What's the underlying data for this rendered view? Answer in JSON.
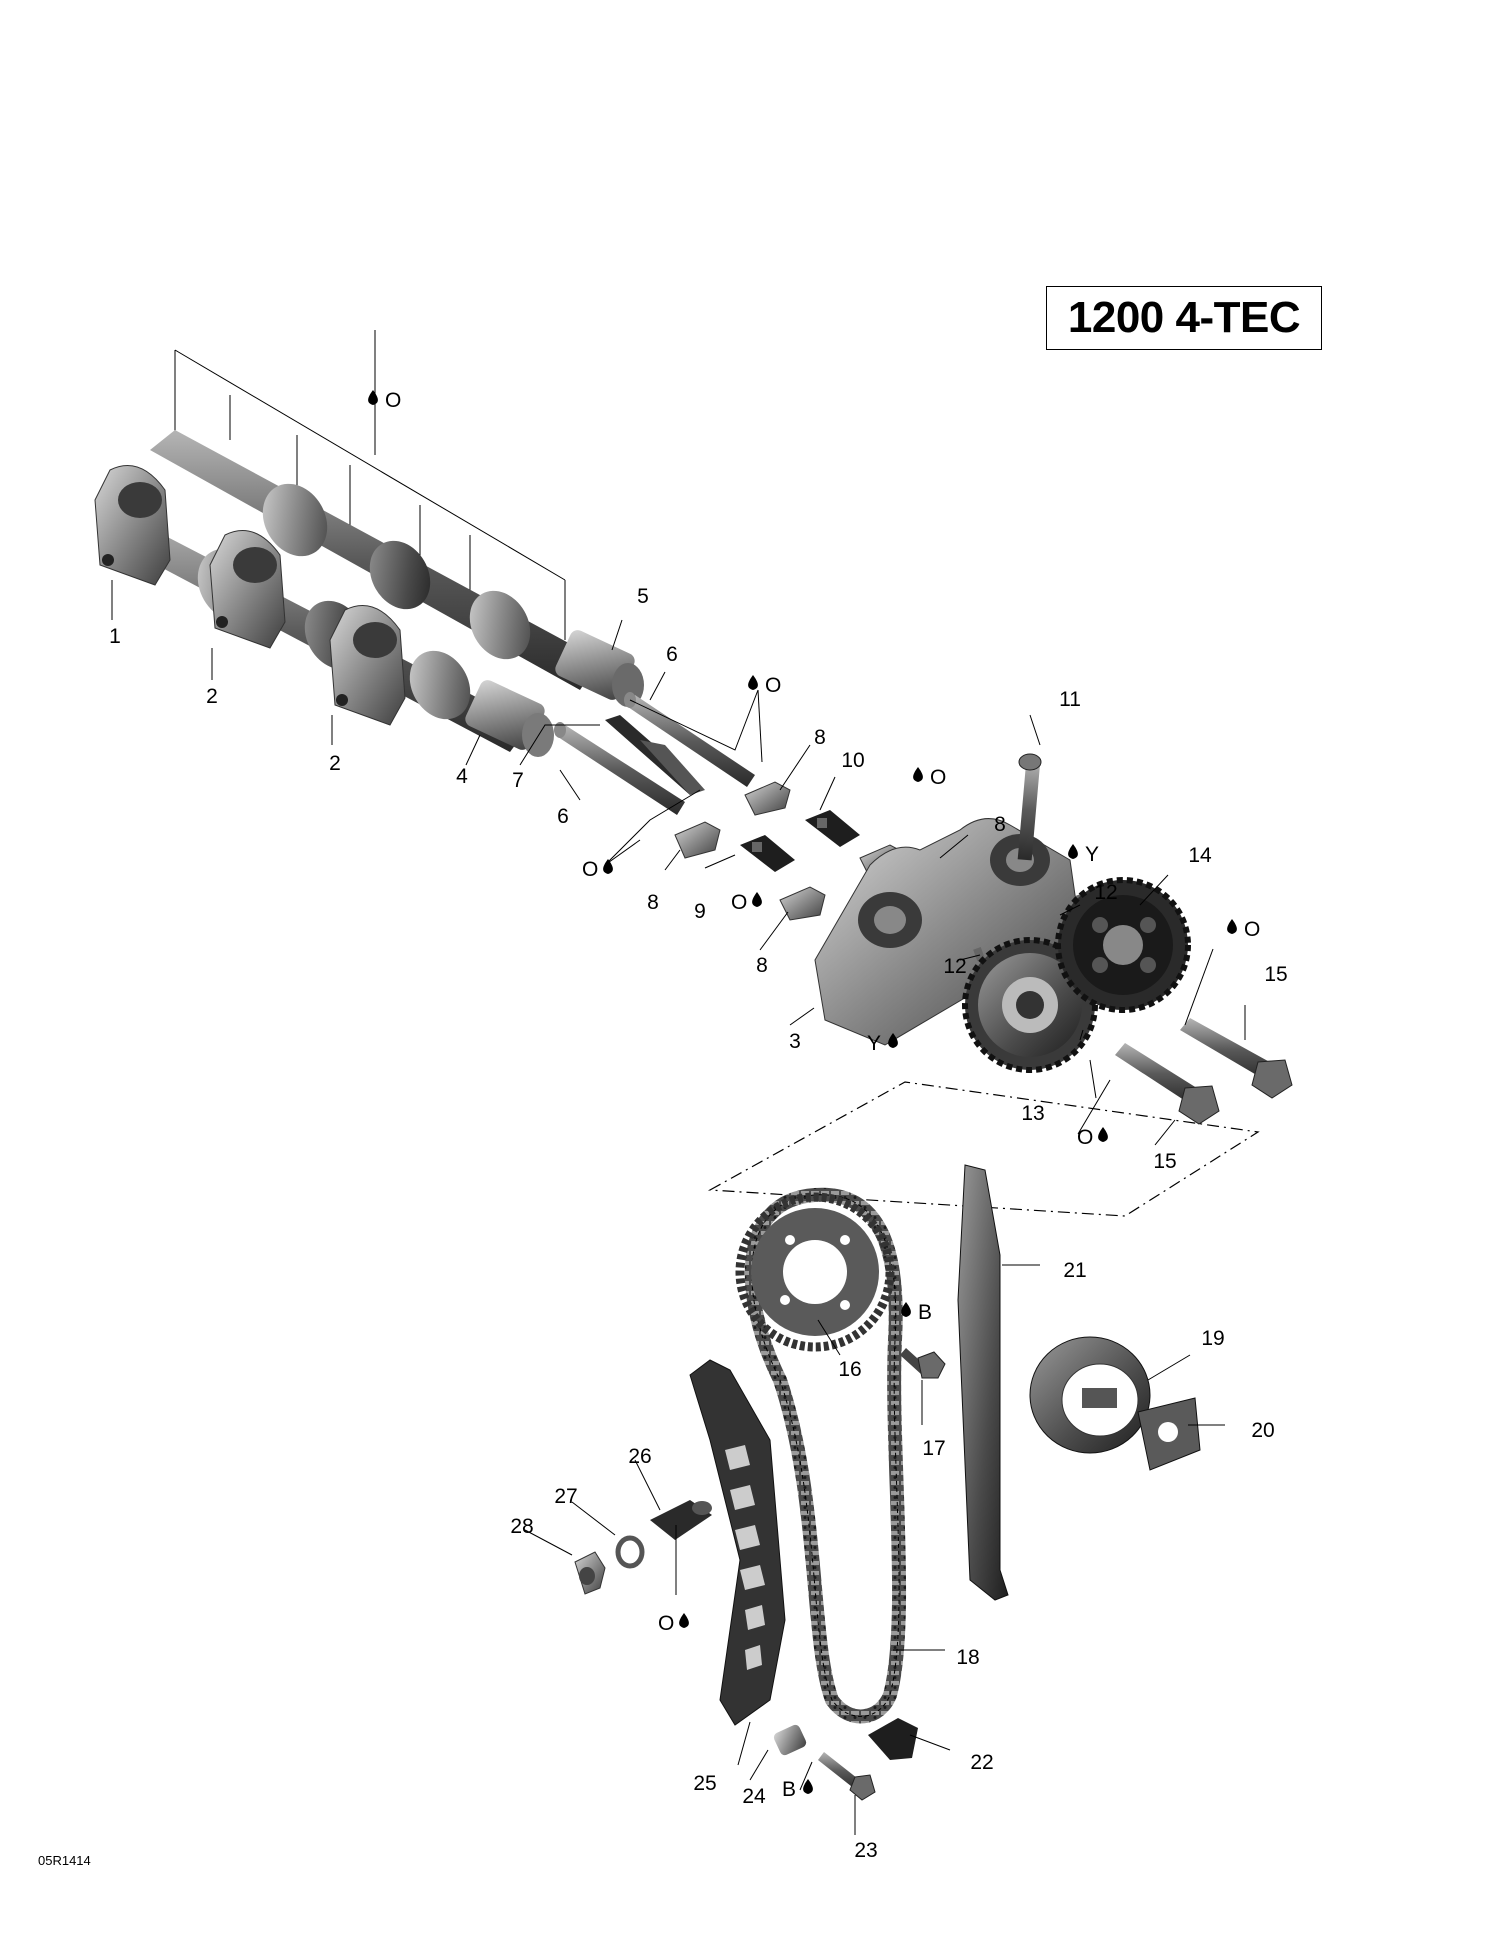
{
  "header": {
    "model": "1200 4-TEC"
  },
  "footer": {
    "ref_code": "05R1414"
  },
  "callouts": [
    {
      "id": "c1",
      "label": "1"
    },
    {
      "id": "c2a",
      "label": "2"
    },
    {
      "id": "c2b",
      "label": "2"
    },
    {
      "id": "c3",
      "label": "3"
    },
    {
      "id": "c4",
      "label": "4"
    },
    {
      "id": "c5",
      "label": "5"
    },
    {
      "id": "c6a",
      "label": "6"
    },
    {
      "id": "c6b",
      "label": "6"
    },
    {
      "id": "c7",
      "label": "7"
    },
    {
      "id": "c8a",
      "label": "8"
    },
    {
      "id": "c8b",
      "label": "8"
    },
    {
      "id": "c8c",
      "label": "8"
    },
    {
      "id": "c8d",
      "label": "8"
    },
    {
      "id": "c9",
      "label": "9"
    },
    {
      "id": "c10",
      "label": "10"
    },
    {
      "id": "c11",
      "label": "11"
    },
    {
      "id": "c12a",
      "label": "12"
    },
    {
      "id": "c12b",
      "label": "12"
    },
    {
      "id": "c13",
      "label": "13"
    },
    {
      "id": "c14",
      "label": "14"
    },
    {
      "id": "c15a",
      "label": "15"
    },
    {
      "id": "c15b",
      "label": "15"
    },
    {
      "id": "c16",
      "label": "16"
    },
    {
      "id": "c17",
      "label": "17"
    },
    {
      "id": "c18",
      "label": "18"
    },
    {
      "id": "c19",
      "label": "19"
    },
    {
      "id": "c20",
      "label": "20"
    },
    {
      "id": "c21",
      "label": "21"
    },
    {
      "id": "c22",
      "label": "22"
    },
    {
      "id": "c23",
      "label": "23"
    },
    {
      "id": "c24",
      "label": "24"
    },
    {
      "id": "c25",
      "label": "25"
    },
    {
      "id": "c26",
      "label": "26"
    },
    {
      "id": "c27",
      "label": "27"
    },
    {
      "id": "c28",
      "label": "28"
    }
  ],
  "lubricants": [
    {
      "id": "l1",
      "letter": "O"
    },
    {
      "id": "l2",
      "letter": "O"
    },
    {
      "id": "l3",
      "letter": "O"
    },
    {
      "id": "l4",
      "letter": "O"
    },
    {
      "id": "l5",
      "letter": "O"
    },
    {
      "id": "l6",
      "letter": "Y"
    },
    {
      "id": "l7",
      "letter": "Y"
    },
    {
      "id": "l8",
      "letter": "O"
    },
    {
      "id": "l9",
      "letter": "O"
    },
    {
      "id": "l10",
      "letter": "B"
    },
    {
      "id": "l11",
      "letter": "O"
    },
    {
      "id": "l12",
      "letter": "B"
    }
  ]
}
